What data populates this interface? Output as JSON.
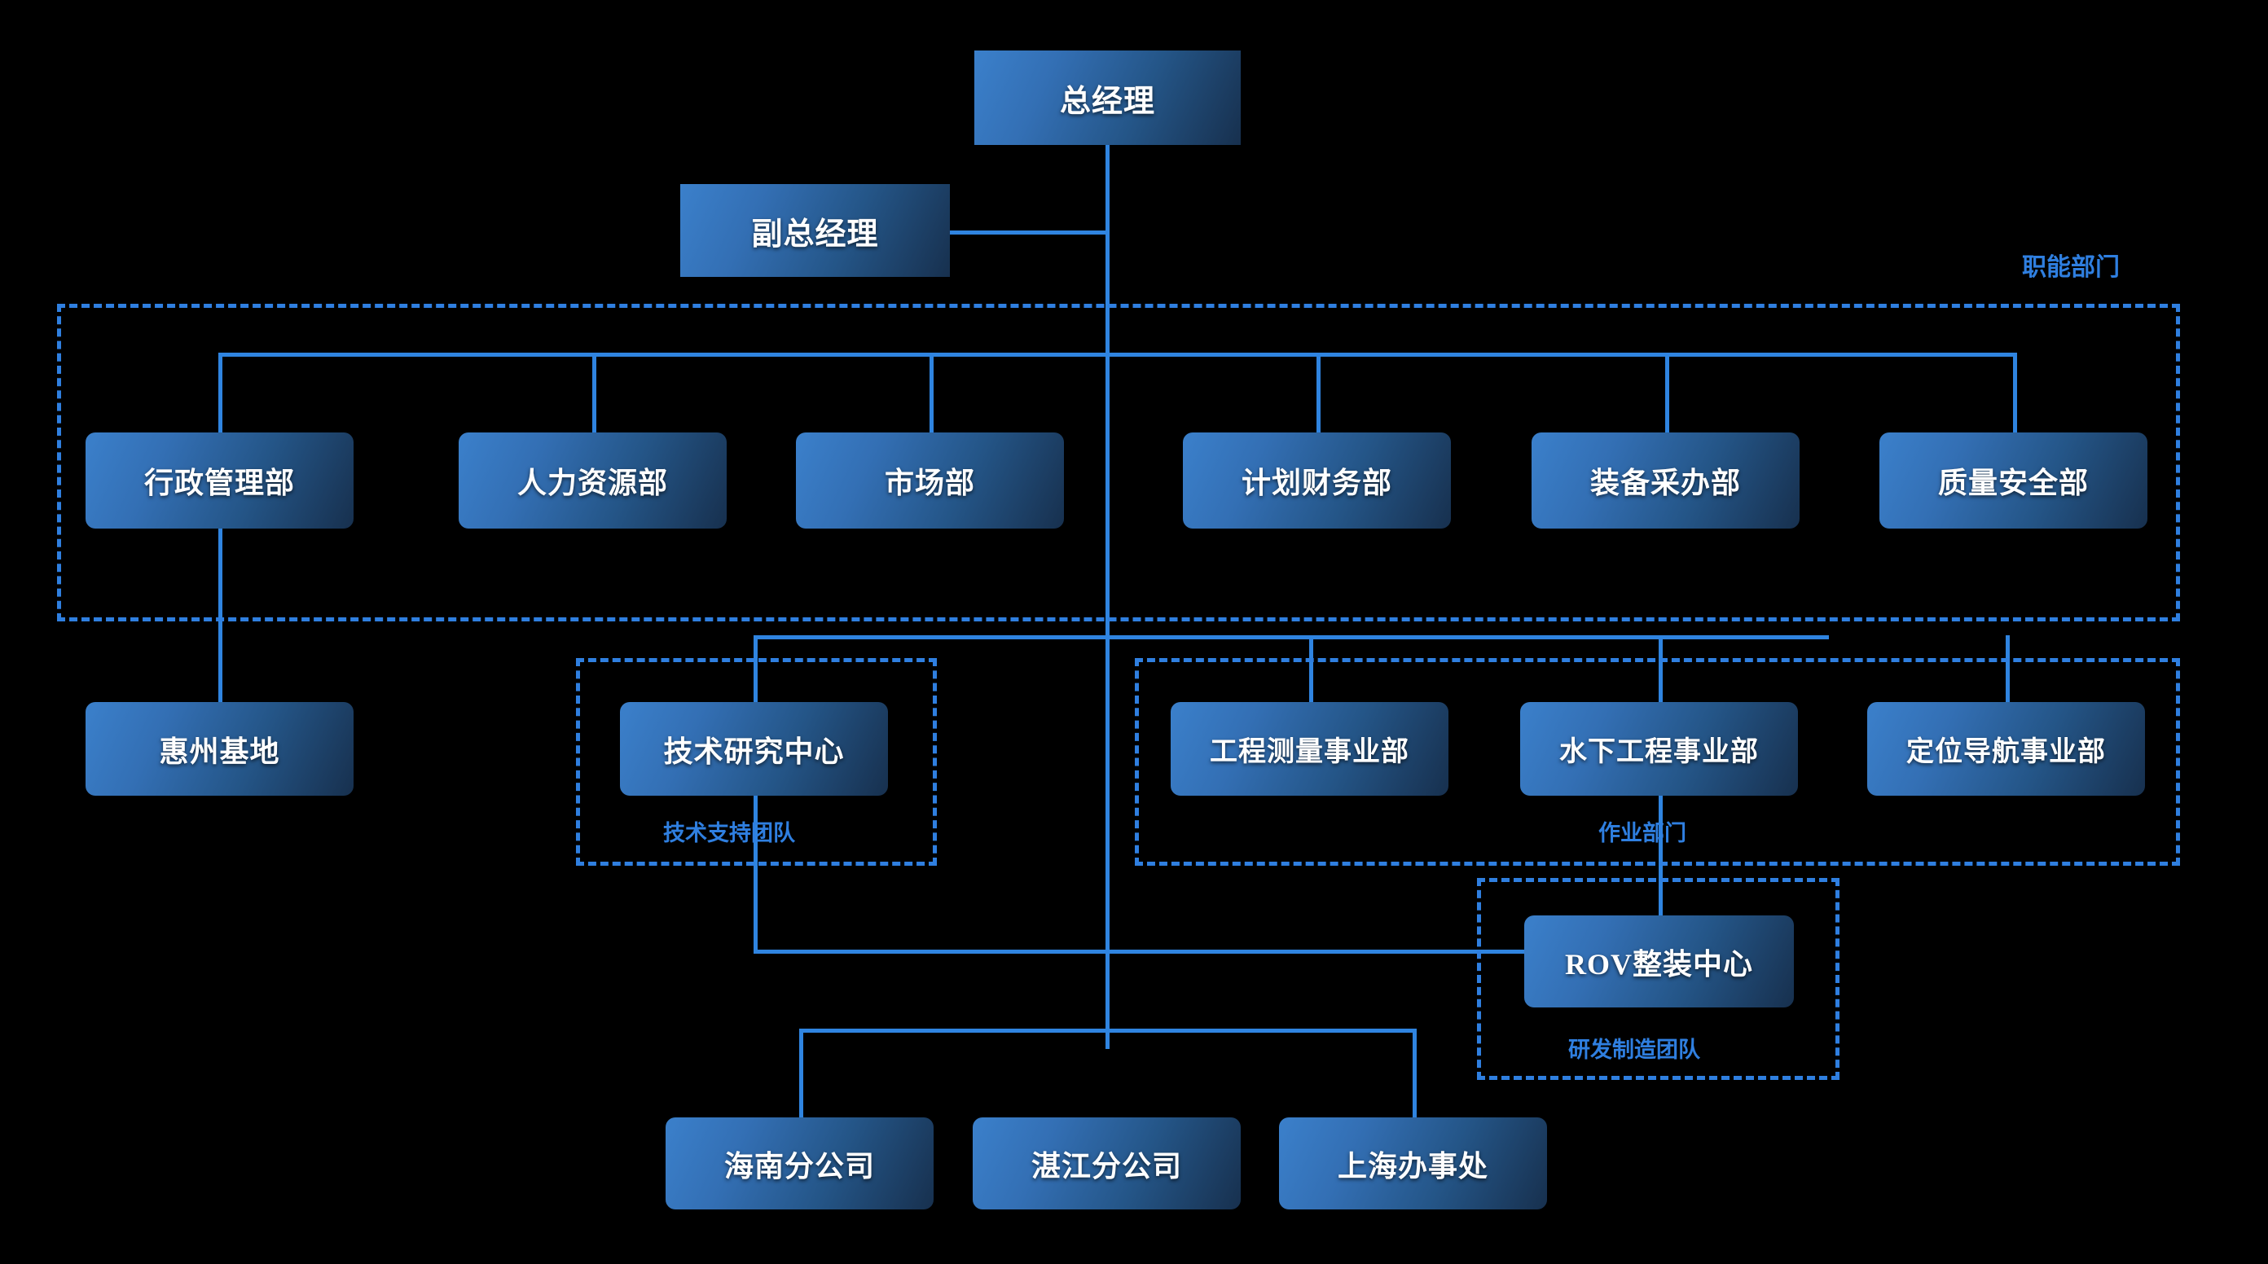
{
  "chart_title": "",
  "theme": {
    "background": "#000000",
    "line_color": "#2f84e0",
    "group_border_color": "#2f7fe0",
    "group_label_color": "#2f7fe0",
    "node_gradient_from": "#3b80cb",
    "node_gradient_to": "#17304e",
    "node_text_color": "#ffffff"
  },
  "nodes": {
    "gm": "总经理",
    "deputy_gm": "副总经理",
    "admin": "行政管理部",
    "hr": "人力资源部",
    "market": "市场部",
    "finance": "计划财务部",
    "procurement": "装备采办部",
    "quality": "质量安全部",
    "huizhou": "惠州基地",
    "tech_center": "技术研究中心",
    "survey": "工程测量事业部",
    "subsea": "水下工程事业部",
    "navigation": "定位导航事业部",
    "rov": "ROV整装中心",
    "hainan": "海南分公司",
    "zhanjiang": "湛江分公司",
    "shanghai": "上海办事处"
  },
  "groups": {
    "functional": "职能部门",
    "tech_support": "技术支持团队",
    "operations": "作业部门",
    "rnd": "研发制造团队"
  }
}
